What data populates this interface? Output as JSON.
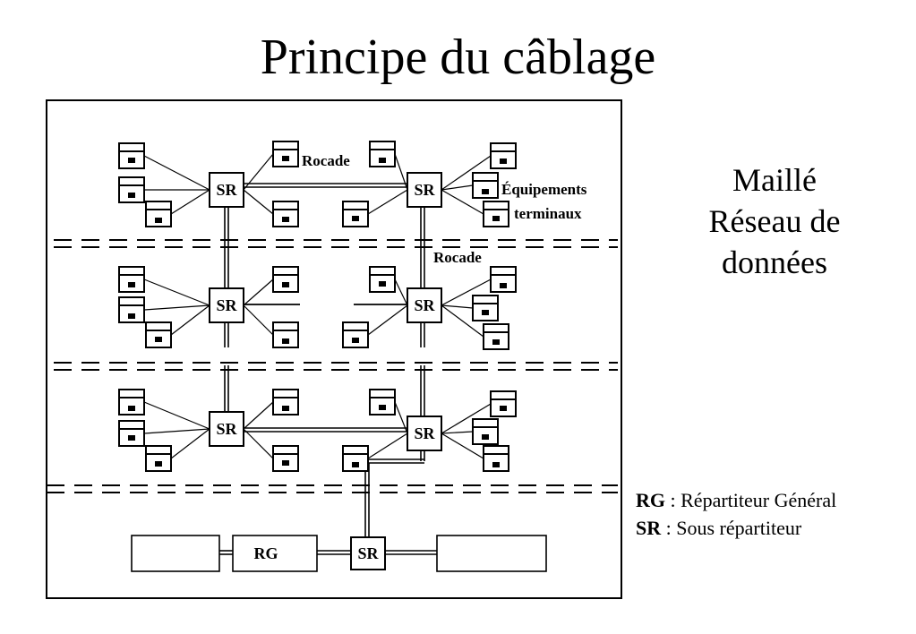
{
  "title": "Principe du câblage",
  "side_text": [
    "Maillé",
    "Réseau de",
    "données"
  ],
  "diagram": {
    "switch_label": "SR",
    "rg_label": "RG",
    "rocade_label": "Rocade",
    "equip_line1": "Équipements",
    "equip_line2": "terminaux"
  },
  "legend": [
    {
      "abbr": "RG",
      "sep": " : ",
      "text": "Répartiteur Général"
    },
    {
      "abbr": "SR",
      "sep": " :  ",
      "text": "Sous répartiteur"
    }
  ]
}
